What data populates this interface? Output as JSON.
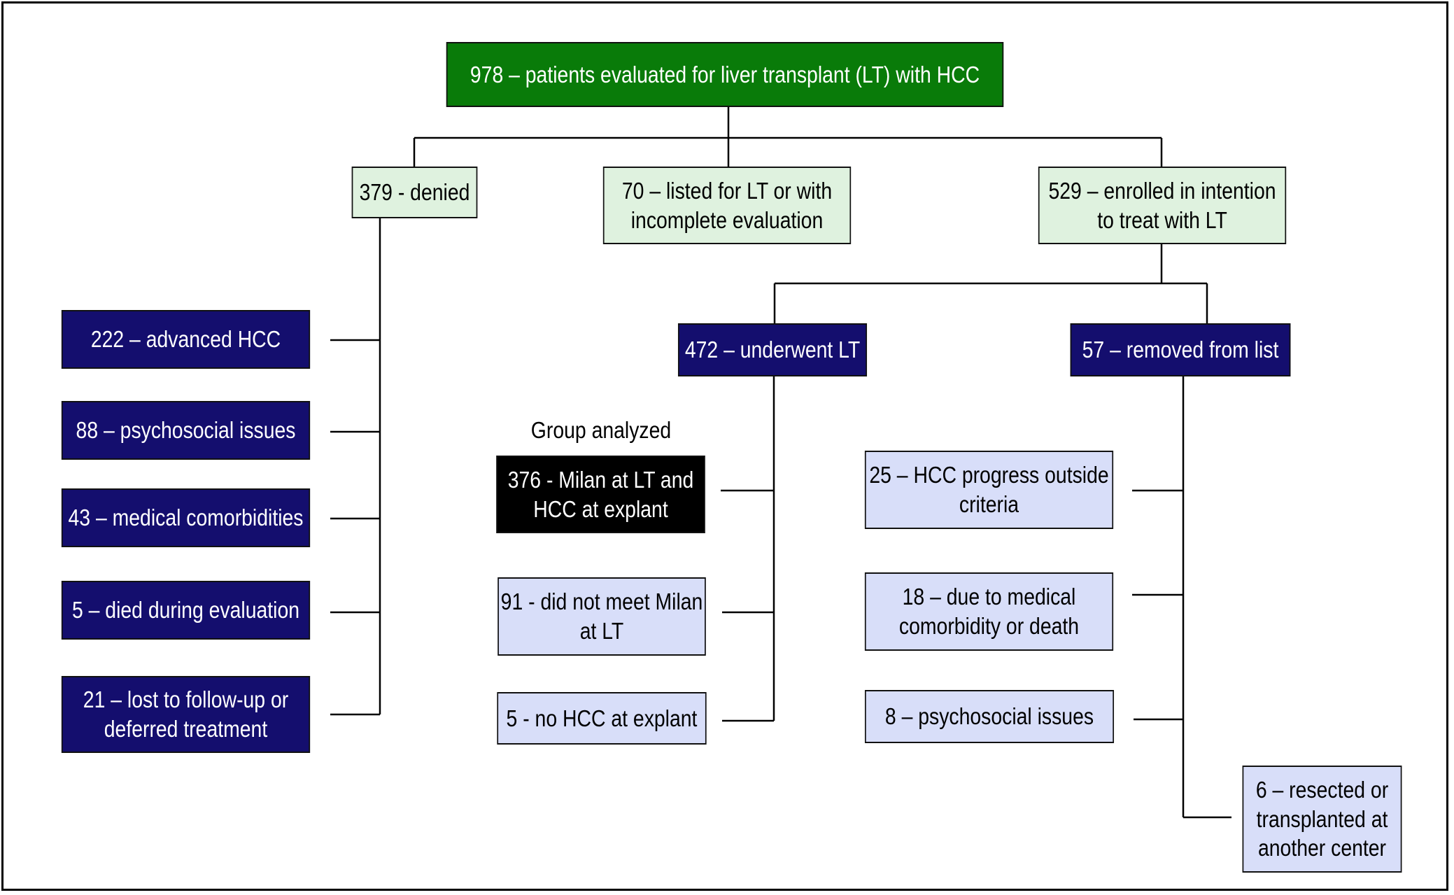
{
  "root": {
    "label": "978 – patients evaluated for liver transplant (LT) with HCC",
    "color": "#097b09"
  },
  "level1": {
    "denied": "379 - denied",
    "listed": {
      "line1": "70 – listed for LT or",
      "line2": "with incomplete evaluation"
    },
    "enrolled": {
      "line1": "529 – enrolled in",
      "line2": "intention to treat with LT"
    }
  },
  "denied_reasons": {
    "advanced_hcc": "222 – advanced HCC",
    "psychosocial": "88 – psychosocial issues",
    "comorbidities": "43 – medical comorbidities",
    "died": "5 – died during evaluation",
    "lost": {
      "line1": "21 – lost to follow-up",
      "line2": "or deferred treatment"
    }
  },
  "enrolled_branches": {
    "underwent": "472 – underwent LT",
    "removed": "57 – removed from list"
  },
  "underwent_outcomes": {
    "group_caption": "Group analyzed",
    "milan_analyzed": {
      "line1": "376 - Milan at LT",
      "line2": "and HCC at explant"
    },
    "not_milan": {
      "line1": "91 - did not meet",
      "line2": "Milan at LT"
    },
    "no_hcc": "5 - no HCC at explant"
  },
  "removed_reasons": {
    "progress": {
      "line1": "25 – HCC progress",
      "line2": "outside criteria"
    },
    "comorbidity_death": {
      "line1": "18 – due to medical",
      "line2": "comorbidity or death"
    },
    "psychosocial": "8 – psychosocial issues",
    "other_center": {
      "line1": "6 – resected or",
      "line2": "transplanted at",
      "line3": "another center"
    }
  },
  "colors": {
    "root_green": "#097b09",
    "level1_mint": "#dff2df",
    "navy": "#140e6e",
    "lavender": "#d8def9",
    "analyzed_black": "#000000"
  }
}
